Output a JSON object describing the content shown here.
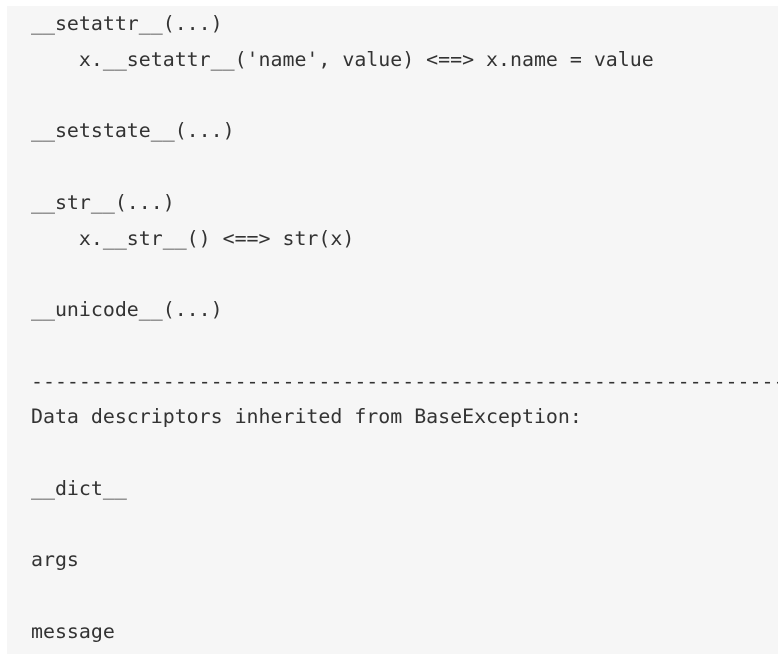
{
  "lines": [
    "__setattr__(...)",
    "    x.__setattr__('name', value) <==> x.name = value",
    "",
    "__setstate__(...)",
    "",
    "__str__(...)",
    "    x.__str__() <==> str(x)",
    "",
    "__unicode__(...)",
    "",
    "----------------------------------------------------------------------",
    "Data descriptors inherited from BaseException:",
    "",
    "__dict__",
    "",
    "args",
    "",
    "message"
  ]
}
